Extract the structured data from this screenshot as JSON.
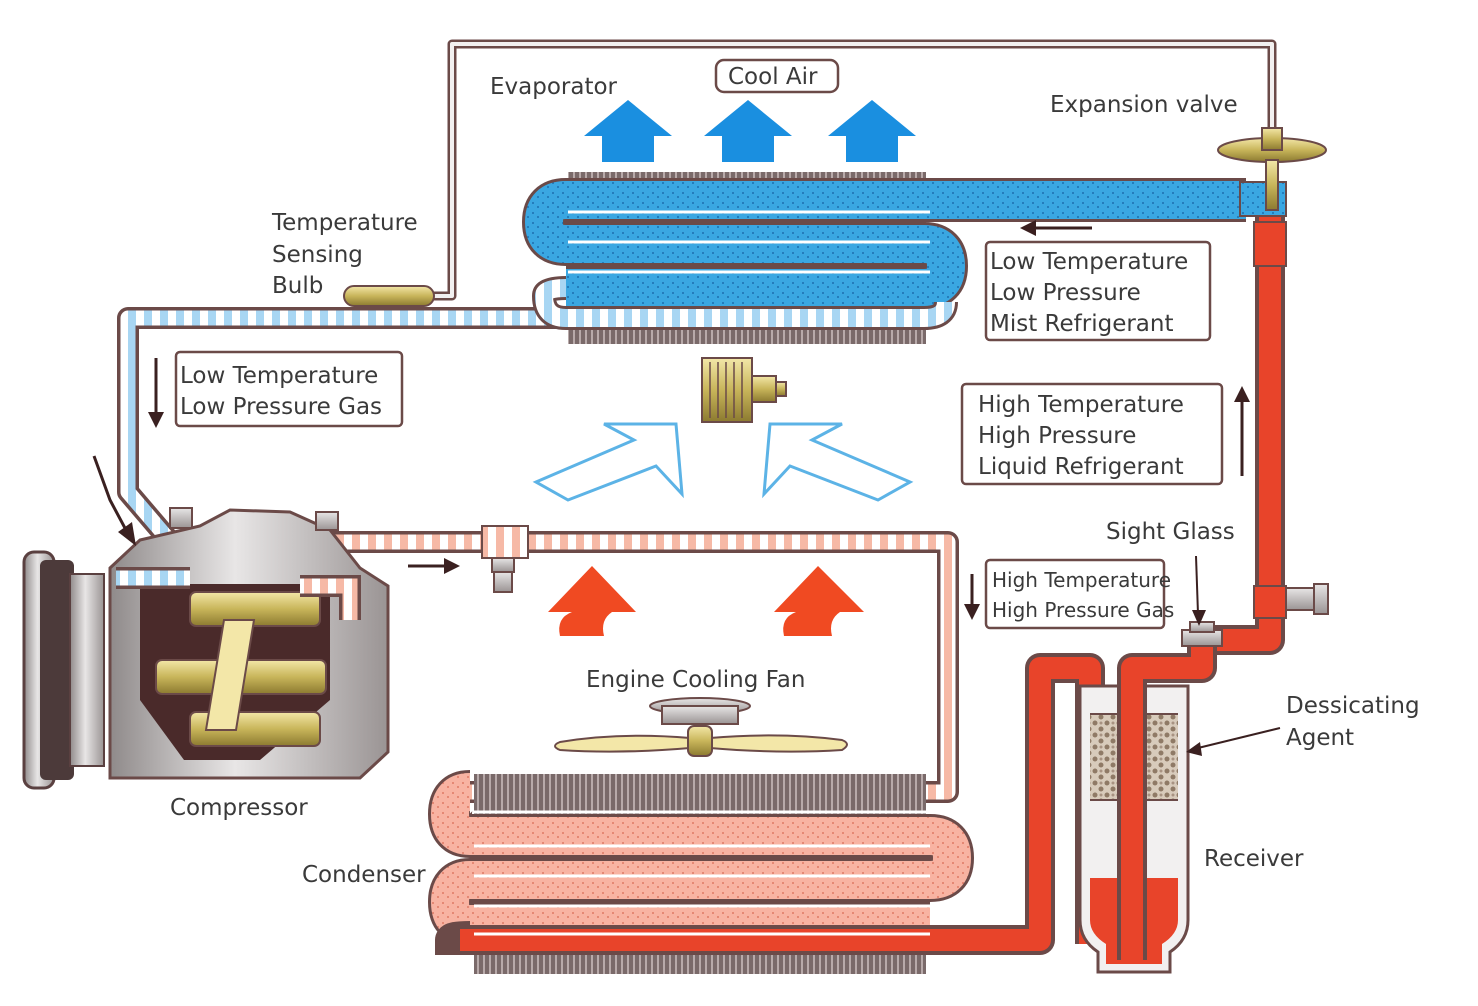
{
  "diagram": {
    "labels": {
      "evaporator": "Evaporator",
      "cool_air": "Cool Air",
      "expansion_valve": "Expansion valve",
      "temp_bulb": [
        "Temperature",
        "Sensing",
        "Bulb"
      ],
      "compressor": "Compressor",
      "condenser": "Condenser",
      "engine_fan": "Engine Cooling Fan",
      "sight_glass": "Sight Glass",
      "dessicating": [
        "Dessicating",
        "Agent"
      ],
      "receiver": "Receiver"
    },
    "state_boxes": {
      "low_gas": [
        "Low Temperature",
        "Low Pressure Gas"
      ],
      "low_mist": [
        "Low Temperature",
        "Low Pressure",
        "Mist Refrigerant"
      ],
      "high_liquid": [
        "High Temperature",
        "High Pressure",
        "Liquid Refrigerant"
      ],
      "high_gas": [
        "High Temperature",
        "High Pressure Gas"
      ]
    }
  },
  "colors": {
    "liquid_red": "#e8442a",
    "mist_blue": "#3aa7e2",
    "gas_blue": "#a8d6f3",
    "gas_red": "#f6b9a6",
    "pipe_outline": "#6b4a48",
    "cool_arrow": "#1a8fe0",
    "hot_arrow": "#f04a22",
    "fan_blade": "#f3e7a8",
    "desiccant": "#b9a590"
  }
}
